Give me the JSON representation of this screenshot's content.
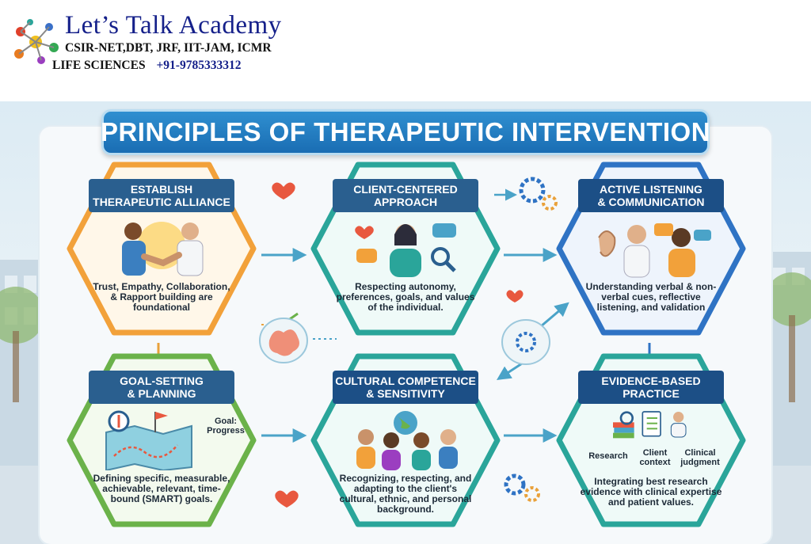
{
  "header": {
    "title": "Let’s Talk Academy",
    "subtitle_line1": "CSIR-NET,DBT, JRF, IIT-JAM, ICMR",
    "subtitle_line2": "LIFE SCIENCES",
    "phone": "+91-9785333312",
    "logo_icon": "molecule-logo-icon"
  },
  "infographic": {
    "title": "PRINCIPLES OF THERAPEUTIC INTERVENTION",
    "cards": [
      {
        "id": "alliance",
        "label_line1": "ESTABLISH",
        "label_line2": "THERAPEUTIC ALLIANCE",
        "description": "Trust, Empathy, Collaboration, & Rapport building are foundational",
        "icon": "handshake-icon",
        "color": "#f2a13a",
        "label_color": "#2a5f8f"
      },
      {
        "id": "client-centered",
        "label_line1": "CLIENT-CENTERED",
        "label_line2": "APPROACH",
        "description": "Respecting autonomy, preferences, goals, and values of the individual.",
        "icon": "person-with-bubbles-icon",
        "color": "#2aa59a",
        "label_color": "#2a5f8f"
      },
      {
        "id": "listening",
        "label_line1": "ACTIVE LISTENING",
        "label_line2": "& COMMUNICATION",
        "description": "Understanding verbal & non-verbal cues, reflective listening, and validation",
        "icon": "ear-listening-icon",
        "color": "#2f73c4",
        "label_color": "#1c4f86"
      },
      {
        "id": "goal",
        "label_line1": "GOAL-SETTING",
        "label_line2": "& PLANNING",
        "description": "Defining specific, measurable, achievable, relevant, time-bound (SMART) goals.",
        "icon": "map-compass-icon",
        "color": "#6bb24a",
        "label_color": "#2a5f8f",
        "extra_label": "Goal: Progress"
      },
      {
        "id": "cultural",
        "label_line1": "CULTURAL COMPETENCE",
        "label_line2": "& SENSITIVITY",
        "description": "Recognizing, respecting, and adapting to the client's cultural, ethnic, and personal background.",
        "icon": "globe-people-icon",
        "color": "#2aa59a",
        "label_color": "#1c4f86"
      },
      {
        "id": "evidence",
        "label_line1": "EVIDENCE-BASED",
        "label_line2": "PRACTICE",
        "description": "Integrating best research evidence with clinical expertise and patient values.",
        "icon": "clipboard-books-icon",
        "color": "#2aa59a",
        "label_color": "#1c4f86",
        "sub_labels": [
          "Research",
          "Client context",
          "Clinical judgment"
        ]
      }
    ]
  }
}
